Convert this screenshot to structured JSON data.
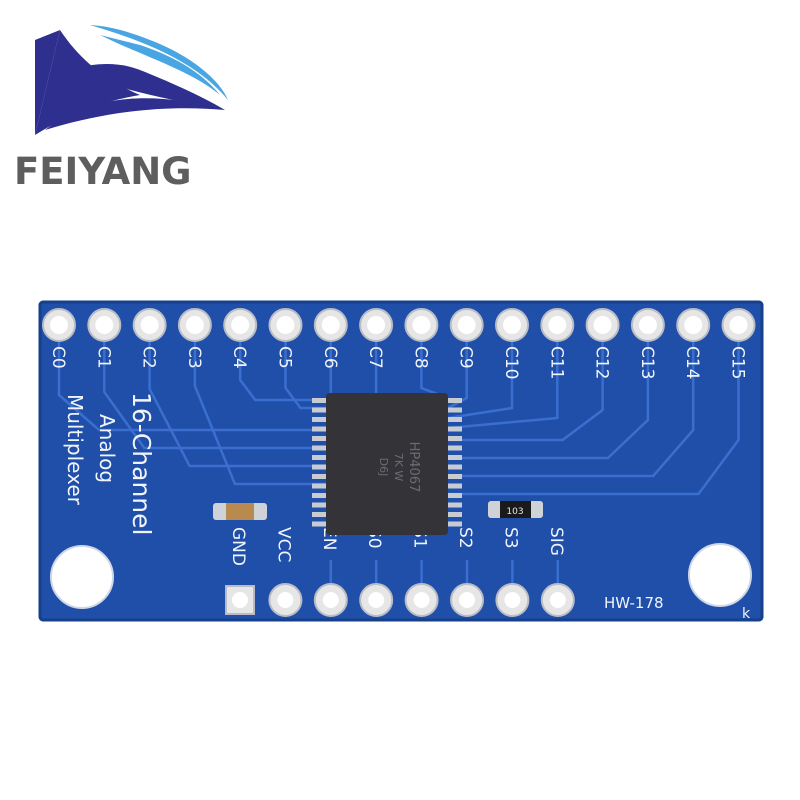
{
  "brand": {
    "name": "FEIYANG",
    "colors": {
      "dark": "#2f2f8f",
      "light": "#4aa6e3",
      "text": "#5e5e5e"
    }
  },
  "board": {
    "title_line1": "16-Channel",
    "title_line2": "Analog",
    "title_line3": "Multiplexer",
    "model": "HW-178",
    "chip_lines": [
      "HP4067",
      "7K W",
      "D6J"
    ],
    "resistor_label": "103",
    "corner_mark": "k",
    "top_pins": [
      "C0",
      "C1",
      "C2",
      "C3",
      "C4",
      "C5",
      "C6",
      "C7",
      "C8",
      "C9",
      "C10",
      "C11",
      "C12",
      "C13",
      "C14",
      "C15"
    ],
    "bottom_pins": [
      "GND",
      "VCC",
      "EN",
      "S0",
      "S1",
      "S2",
      "S3",
      "SIG"
    ],
    "colors": {
      "pcb": "#1f4fa8",
      "pcb_edge": "#163f8c",
      "trace": "#3a6fd0",
      "pad": "#e6e6e6",
      "silk": "#f2f4fb",
      "chip": "#333338"
    }
  }
}
